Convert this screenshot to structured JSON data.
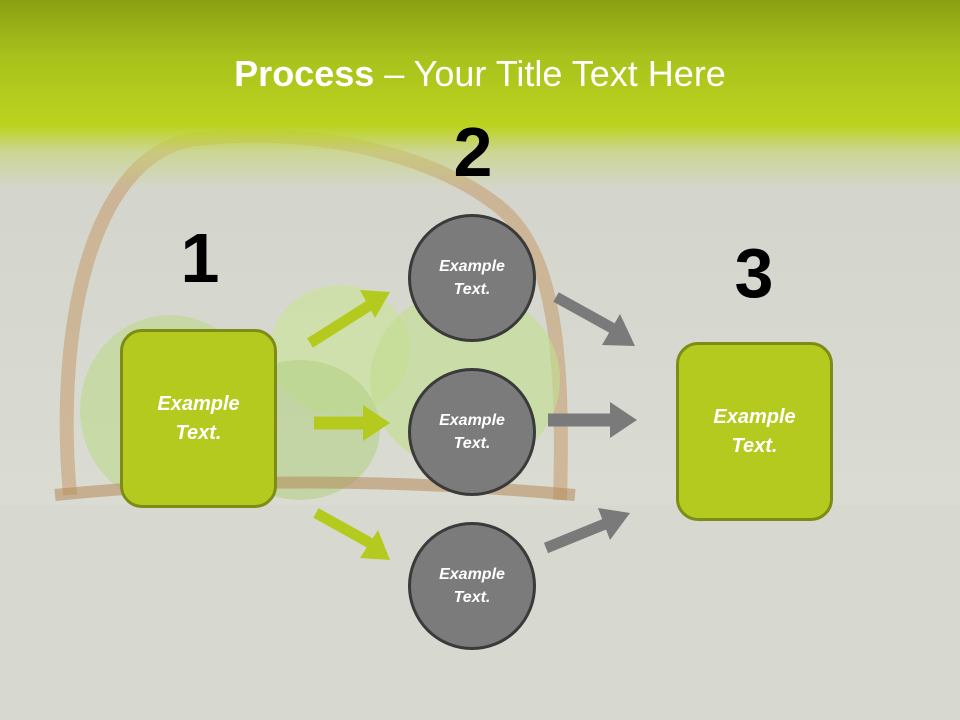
{
  "title": {
    "bold": "Process",
    "rest": " – Your Title Text Here"
  },
  "steps": [
    {
      "number": "1",
      "text": "Example Text."
    },
    {
      "number": "2",
      "circles": [
        "Example Text.",
        "Example Text.",
        "Example Text."
      ]
    },
    {
      "number": "3",
      "text": "Example Text."
    }
  ],
  "colors": {
    "accent_green": "#b5ca1f",
    "green_border": "#7c8c14",
    "circle_fill": "#7b7b7b",
    "arrow_green": "#b5ca1f",
    "arrow_gray": "#7a7a7a"
  },
  "icons": {
    "background": "green-apples-in-basket-photo"
  }
}
